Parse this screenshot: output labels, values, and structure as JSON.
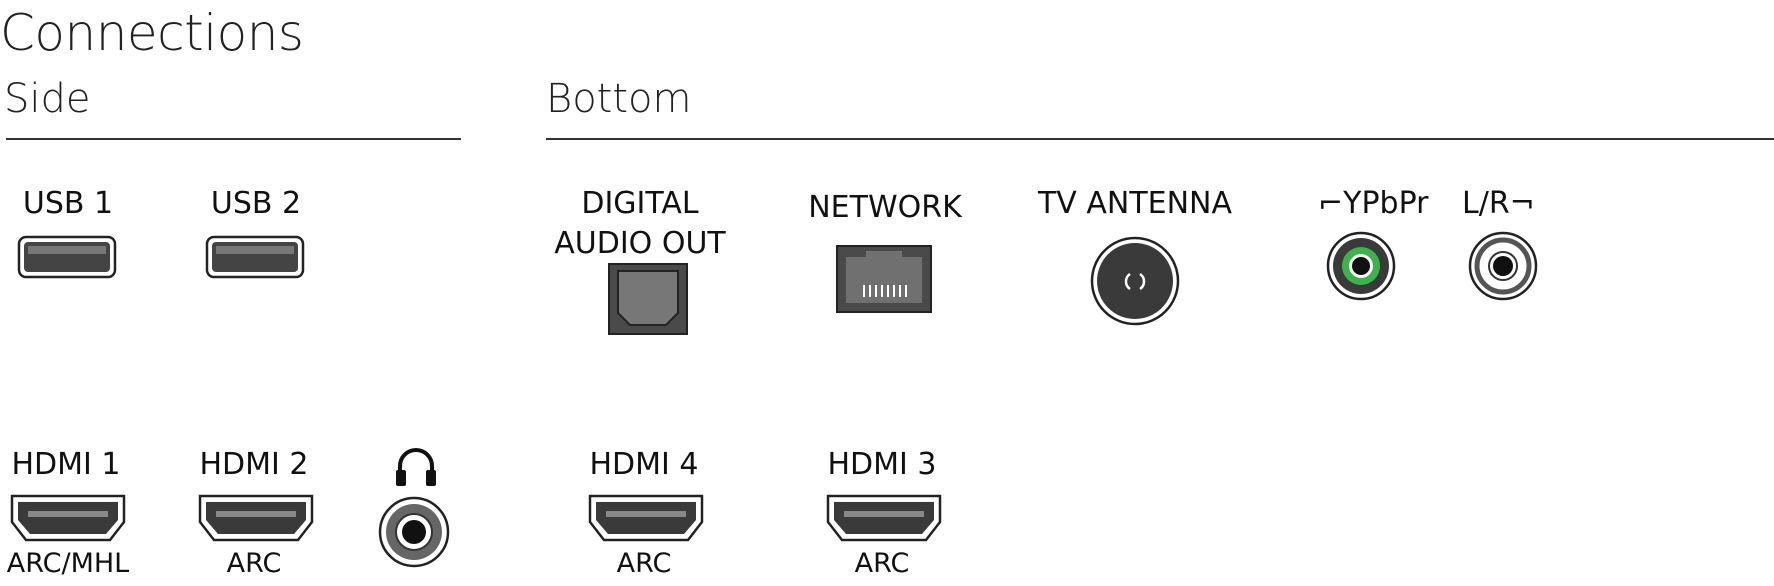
{
  "page": {
    "title": "Connections"
  },
  "sections": {
    "side": {
      "title": "Side"
    },
    "bottom": {
      "title": "Bottom"
    }
  },
  "ports": {
    "usb1": {
      "label": "USB 1"
    },
    "usb2": {
      "label": "USB 2"
    },
    "digital_audio_out": {
      "label_line1": "DIGITAL",
      "label_line2": "AUDIO OUT"
    },
    "network": {
      "label": "NETWORK"
    },
    "tv_antenna": {
      "label": "TV ANTENNA"
    },
    "ypbpr": {
      "label": "⌐YPbPr"
    },
    "lr": {
      "label": "L/R¬"
    },
    "hdmi1": {
      "label": "HDMI 1",
      "sub": "ARC/MHL"
    },
    "hdmi2": {
      "label": "HDMI 2",
      "sub": "ARC"
    },
    "headphones": {
      "icon": "headphones-icon"
    },
    "hdmi4": {
      "label": "HDMI 4",
      "sub": "ARC"
    },
    "hdmi3": {
      "label": "HDMI 3",
      "sub": "ARC"
    }
  },
  "colors": {
    "ypbpr_ring": "#3ab54a",
    "port_dark": "#3a3a3a"
  }
}
